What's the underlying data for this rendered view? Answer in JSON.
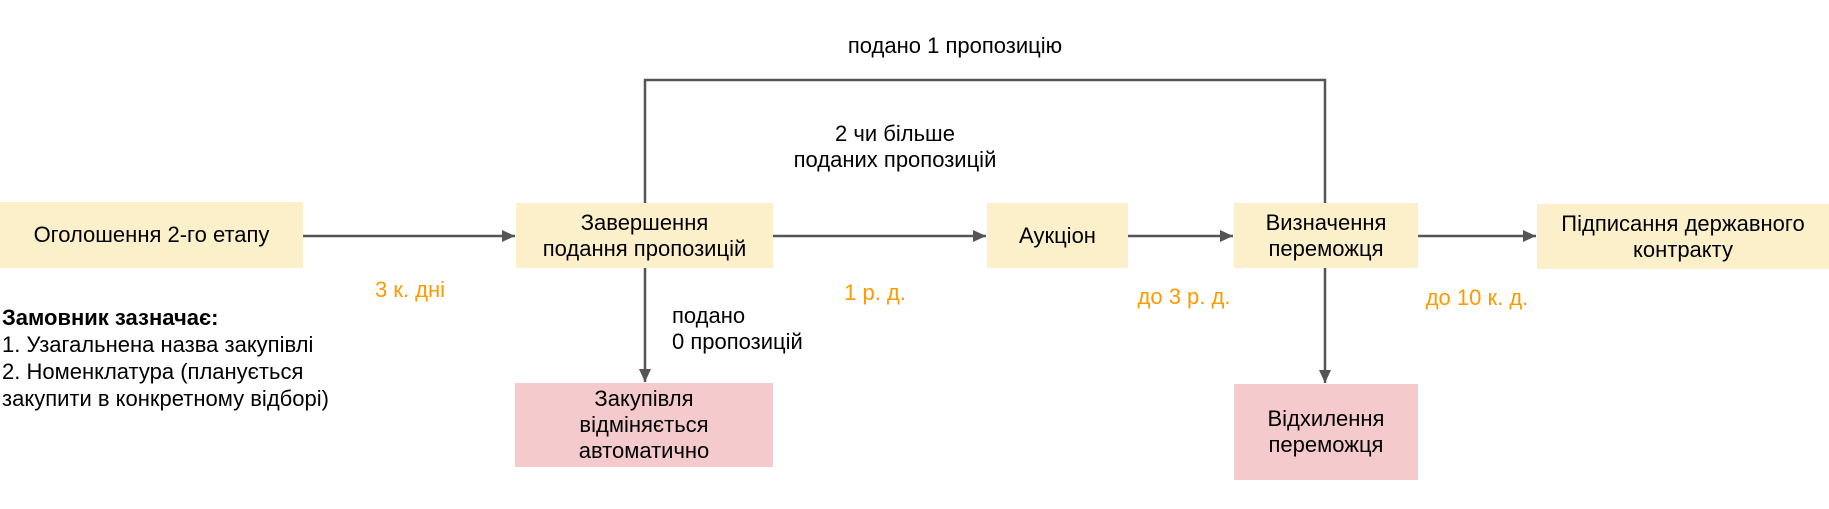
{
  "diagram": {
    "stages": [
      {
        "id": "announce",
        "label": "Оголошення 2-го етапу"
      },
      {
        "id": "close",
        "label": "Завершення\nподання пропозицій"
      },
      {
        "id": "auction",
        "label": "Аукціон"
      },
      {
        "id": "winner",
        "label": "Визначення\nпереможця"
      },
      {
        "id": "contract",
        "label": "Підписання державного\nконтракту"
      }
    ],
    "outcomes": [
      {
        "id": "cancel",
        "label": "Закупівля\nвідміняється\nавтоматично"
      },
      {
        "id": "reject",
        "label": "Відхилення\nпереможця"
      }
    ],
    "edge_labels": {
      "one_proposal": "подано 1 пропозицію",
      "two_or_more": "2 чи більше\nподаних пропозицій",
      "zero_proposals": "подано\n0 пропозицій"
    },
    "durations": [
      {
        "id": "announce-to-close",
        "label": "3 к. дні"
      },
      {
        "id": "close-to-auction",
        "label": "1 р. д."
      },
      {
        "id": "auction-to-winner",
        "label": "до 3 р. д."
      },
      {
        "id": "winner-to-contract",
        "label": "до 10 к. д."
      }
    ],
    "note": {
      "title": "Замовник зазначає:",
      "body": "1. Узагальнена назва закупівлі\n2. Номенклатура (планується\nзакупити в конкретному відборі)"
    },
    "colors": {
      "stage_fill": "#FCF0CB",
      "outcome_fill": "#F4CACC",
      "connector": "#555555",
      "duration_text": "#FF9900",
      "text": "#000000",
      "background": "#FFFFFF"
    }
  }
}
